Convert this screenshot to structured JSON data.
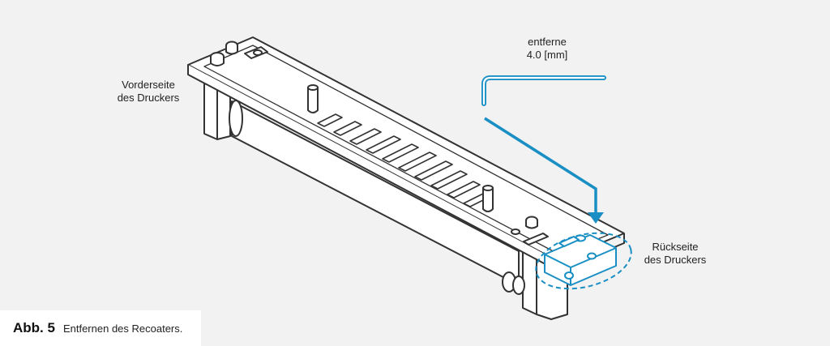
{
  "labels": {
    "front": [
      "Vorderseite",
      "des Druckers"
    ],
    "back": [
      "Rückseite",
      "des Druckers"
    ],
    "tool": [
      "entferne",
      "4.0 [mm]"
    ]
  },
  "caption": {
    "figure": "Abb. 5",
    "text": "Entfernen des Recoaters."
  },
  "colors": {
    "background": "#f2f2f2",
    "outline": "#333333",
    "part_fill": "#ffffff",
    "highlight": "#1a8fc4"
  },
  "icons": {
    "tool": "hex-key-icon",
    "arrow": "arrow-down-icon",
    "callout": "dashed-ellipse"
  }
}
